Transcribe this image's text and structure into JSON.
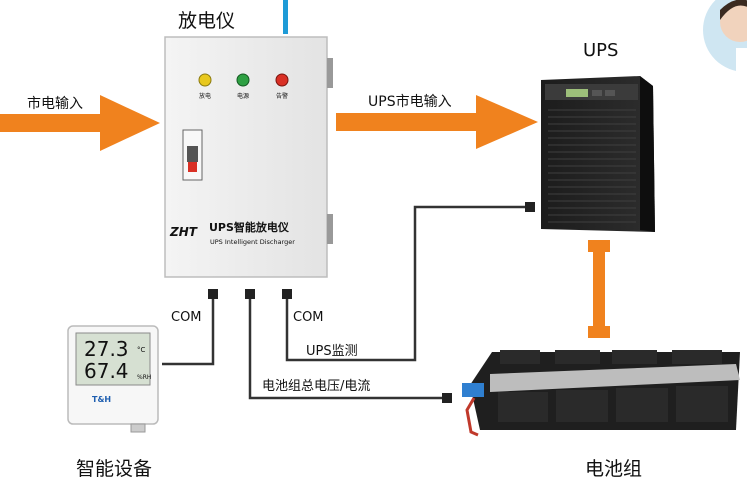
{
  "labels": {
    "discharger_title": "放电仪",
    "ups_title": "UPS",
    "mains_input": "市电输入",
    "ups_mains_input": "UPS市电输入",
    "com_left": "COM",
    "com_right": "COM",
    "ups_monitor": "UPS监测",
    "battery_voltage_current": "电池组总电压/电流",
    "smart_device": "智能设备",
    "battery_group": "电池组"
  },
  "discharger": {
    "indicators": [
      "放电",
      "电源",
      "告警"
    ],
    "brand_logo": "ZHT",
    "product_name_cn": "UPS智能放电仪",
    "product_name_en": "UPS Intelligent Discharger"
  },
  "sensor": {
    "temperature": "27.3",
    "temp_unit": "°C",
    "humidity": "67.4",
    "humidity_unit": "%RH",
    "brand": "T&H"
  },
  "colors": {
    "arrow": "#F0821E",
    "cable": "#333333",
    "cable_blue": "#1E9BD7",
    "led_yellow": "#E8C81E",
    "led_green": "#2EA043",
    "led_red": "#D93025"
  }
}
